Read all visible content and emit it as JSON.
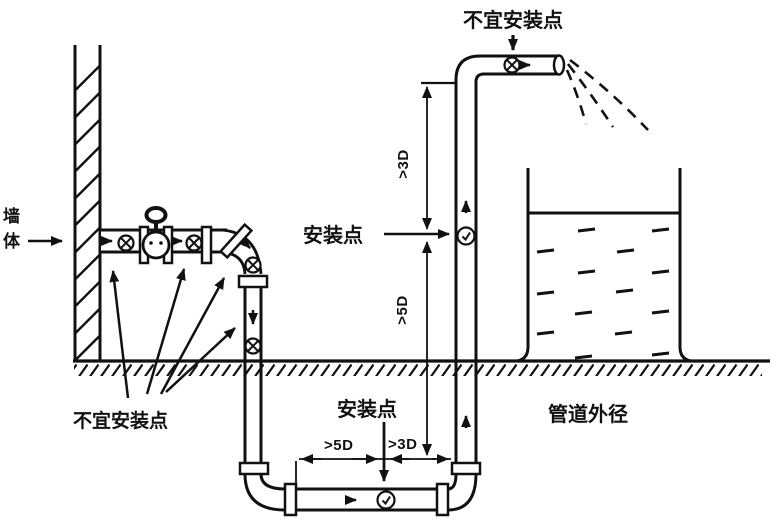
{
  "colors": {
    "ink": "#111111",
    "background": "#ffffff"
  },
  "labels": {
    "wall_char1": "墙",
    "wall_char2": "体",
    "unsuitable_point_top": "不宜安装点",
    "unsuitable_point_left": "不宜安装点",
    "install_point_riser": "安装点",
    "install_point_bottom": "安装点",
    "pipe_outer_diameter": "管道外径"
  },
  "dimensions": {
    "riser_upper": ">3D",
    "riser_lower": ">5D",
    "bottom_left": ">5D",
    "bottom_right": ">3D"
  },
  "symbols": {
    "unsuitable_meter_glyph": "⊗",
    "suitable_meter_glyph": "✓"
  }
}
